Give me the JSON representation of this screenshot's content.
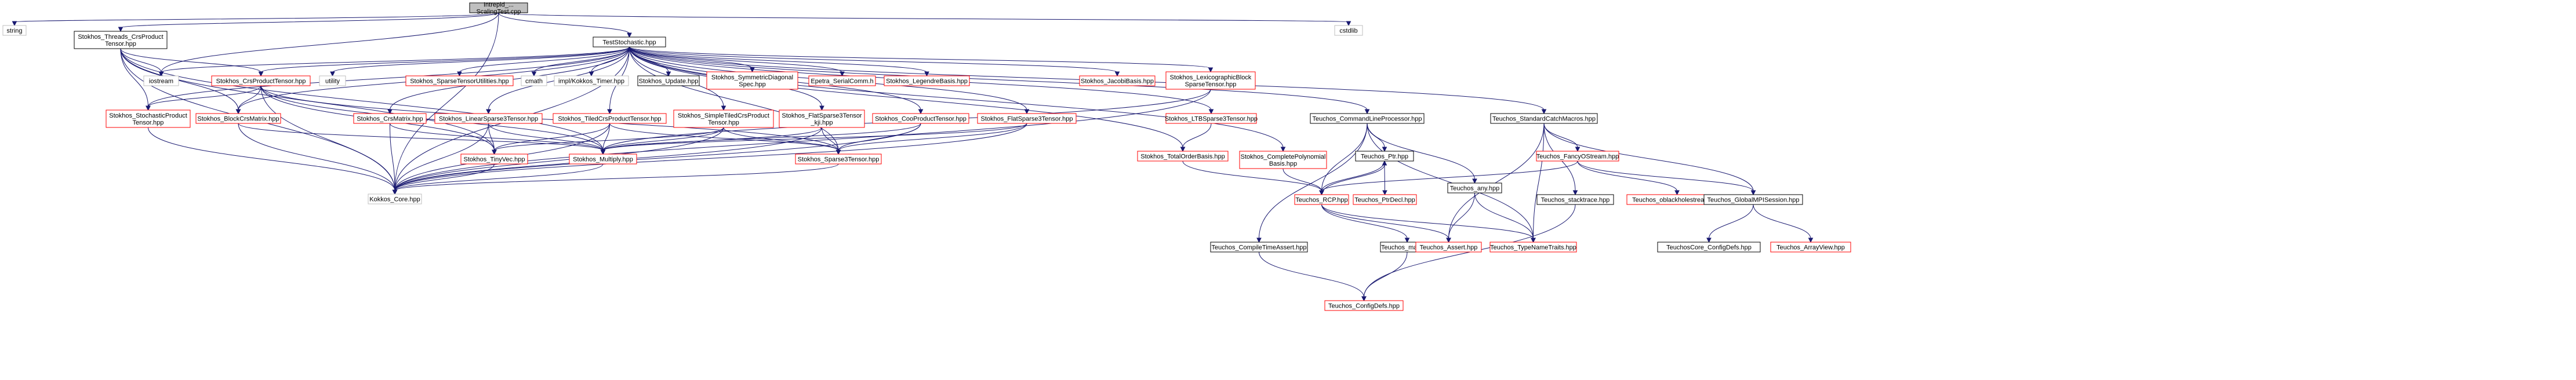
{
  "colors": {
    "edge": "#191970",
    "root_fill": "#bfbfbf",
    "root_border": "#000000",
    "documented_border": "#000000",
    "undocumented_border": "#ff0000",
    "external_border": "#bfbfbf",
    "node_fill": "#ffffff"
  },
  "nodes": [
    {
      "id": "root",
      "lines": [
        "Intrepid_...",
        "ScalingTest.cpp"
      ],
      "kind": "root"
    },
    {
      "id": "string",
      "lines": [
        "string"
      ],
      "kind": "external"
    },
    {
      "id": "threads",
      "lines": [
        "Stokhos_Threads_CrsProduct",
        "Tensor.hpp"
      ],
      "kind": "documented"
    },
    {
      "id": "test_stoch",
      "lines": [
        "TestStochastic.hpp"
      ],
      "kind": "documented"
    },
    {
      "id": "cstdlib",
      "lines": [
        "cstdlib"
      ],
      "kind": "external"
    },
    {
      "id": "iostream",
      "lines": [
        "iostream"
      ],
      "kind": "external"
    },
    {
      "id": "crs_prod",
      "lines": [
        "Stokhos_CrsProductTensor.hpp"
      ],
      "kind": "undocumented"
    },
    {
      "id": "utility",
      "lines": [
        "utility"
      ],
      "kind": "external"
    },
    {
      "id": "sparse_util",
      "lines": [
        "Stokhos_SparseTensorUtilities.hpp"
      ],
      "kind": "undocumented"
    },
    {
      "id": "cmath",
      "lines": [
        "cmath"
      ],
      "kind": "external"
    },
    {
      "id": "kokkos_timer",
      "lines": [
        "impl/Kokkos_Timer.hpp"
      ],
      "kind": "external"
    },
    {
      "id": "update",
      "lines": [
        "Stokhos_Update.hpp"
      ],
      "kind": "documented"
    },
    {
      "id": "sym_diag",
      "lines": [
        "Stokhos_SymmetricDiagonal",
        "Spec.hpp"
      ],
      "kind": "undocumented"
    },
    {
      "id": "epetra",
      "lines": [
        "Epetra_SerialComm.h"
      ],
      "kind": "undocumented"
    },
    {
      "id": "legendre",
      "lines": [
        "Stokhos_LegendreBasis.hpp"
      ],
      "kind": "undocumented"
    },
    {
      "id": "jacobi",
      "lines": [
        "Stokhos_JacobiBasis.hpp"
      ],
      "kind": "undocumented"
    },
    {
      "id": "lexico",
      "lines": [
        "Stokhos_LexicographicBlock",
        "SparseTensor.hpp"
      ],
      "kind": "undocumented"
    },
    {
      "id": "stoch_prod",
      "lines": [
        "Stokhos_StochasticProduct",
        "Tensor.hpp"
      ],
      "kind": "undocumented"
    },
    {
      "id": "block_crs",
      "lines": [
        "Stokhos_BlockCrsMatrix.hpp"
      ],
      "kind": "undocumented"
    },
    {
      "id": "crs_matrix",
      "lines": [
        "Stokhos_CrsMatrix.hpp"
      ],
      "kind": "undocumented"
    },
    {
      "id": "linear_sparse",
      "lines": [
        "Stokhos_LinearSparse3Tensor.hpp"
      ],
      "kind": "undocumented"
    },
    {
      "id": "tiled_crs",
      "lines": [
        "Stokhos_TiledCrsProductTensor.hpp"
      ],
      "kind": "undocumented"
    },
    {
      "id": "simple_tiled",
      "lines": [
        "Stokhos_SimpleTiledCrsProduct",
        "Tensor.hpp"
      ],
      "kind": "undocumented"
    },
    {
      "id": "flat_kji",
      "lines": [
        "Stokhos_FlatSparse3Tensor",
        "_kji.hpp"
      ],
      "kind": "undocumented"
    },
    {
      "id": "coo_prod",
      "lines": [
        "Stokhos_CooProductTensor.hpp"
      ],
      "kind": "undocumented"
    },
    {
      "id": "flat_sparse",
      "lines": [
        "Stokhos_FlatSparse3Tensor.hpp"
      ],
      "kind": "undocumented"
    },
    {
      "id": "ltb",
      "lines": [
        "Stokhos_LTBSparse3Tensor.hpp"
      ],
      "kind": "undocumented"
    },
    {
      "id": "cmd_line",
      "lines": [
        "Teuchos_CommandLineProcessor.hpp"
      ],
      "kind": "documented"
    },
    {
      "id": "std_catch",
      "lines": [
        "Teuchos_StandardCatchMacros.hpp"
      ],
      "kind": "documented"
    },
    {
      "id": "complete_poly",
      "lines": [
        "Stokhos_CompletePolynomial",
        "Basis.hpp"
      ],
      "kind": "undocumented"
    },
    {
      "id": "total_order",
      "lines": [
        "Stokhos_TotalOrderBasis.hpp"
      ],
      "kind": "undocumented"
    },
    {
      "id": "ptr",
      "lines": [
        "Teuchos_Ptr.hpp"
      ],
      "kind": "documented"
    },
    {
      "id": "fancy_os",
      "lines": [
        "Teuchos_FancyOStream.hpp"
      ],
      "kind": "undocumented"
    },
    {
      "id": "tinyvec",
      "lines": [
        "Stokhos_TinyVec.hpp"
      ],
      "kind": "undocumented"
    },
    {
      "id": "multiply",
      "lines": [
        "Stokhos_Multiply.hpp"
      ],
      "kind": "undocumented"
    },
    {
      "id": "sparse3",
      "lines": [
        "Stokhos_Sparse3Tensor.hpp"
      ],
      "kind": "undocumented"
    },
    {
      "id": "rcp",
      "lines": [
        "Teuchos_RCP.hpp"
      ],
      "kind": "undocumented"
    },
    {
      "id": "ptr_decl",
      "lines": [
        "Teuchos_PtrDecl.hpp"
      ],
      "kind": "undocumented"
    },
    {
      "id": "any",
      "lines": [
        "Teuchos_any.hpp"
      ],
      "kind": "documented"
    },
    {
      "id": "stacktrace",
      "lines": [
        "Teuchos_stacktrace.hpp"
      ],
      "kind": "documented"
    },
    {
      "id": "oblackhole",
      "lines": [
        "Teuchos_oblackholestream.hpp"
      ],
      "kind": "undocumented"
    },
    {
      "id": "global_mpi",
      "lines": [
        "Teuchos_GlobalMPISession.hpp"
      ],
      "kind": "documented"
    },
    {
      "id": "kokkos_core",
      "lines": [
        "Kokkos_Core.hpp"
      ],
      "kind": "external"
    },
    {
      "id": "compile_assert",
      "lines": [
        "Teuchos_CompileTimeAssert.hpp"
      ],
      "kind": "documented"
    },
    {
      "id": "map",
      "lines": [
        "Teuchos_map.hpp"
      ],
      "kind": "documented"
    },
    {
      "id": "assert",
      "lines": [
        "Teuchos_Assert.hpp"
      ],
      "kind": "undocumented"
    },
    {
      "id": "type_name",
      "lines": [
        "Teuchos_TypeNameTraits.hpp"
      ],
      "kind": "undocumented"
    },
    {
      "id": "config_defs",
      "lines": [
        "TeuchosCore_ConfigDefs.hpp"
      ],
      "kind": "documented"
    },
    {
      "id": "array_view",
      "lines": [
        "Teuchos_ArrayView.hpp"
      ],
      "kind": "undocumented"
    },
    {
      "id": "config_defs2",
      "lines": [
        "Teuchos_ConfigDefs.hpp"
      ],
      "kind": "undocumented"
    }
  ],
  "edges": [
    [
      "root",
      "string"
    ],
    [
      "root",
      "threads"
    ],
    [
      "root",
      "test_stoch"
    ],
    [
      "root",
      "cstdlib"
    ],
    [
      "root",
      "iostream"
    ],
    [
      "root",
      "kokkos_core"
    ],
    [
      "threads",
      "crs_prod"
    ],
    [
      "threads",
      "stoch_prod"
    ],
    [
      "threads",
      "block_crs"
    ],
    [
      "threads",
      "tinyvec"
    ],
    [
      "threads",
      "multiply"
    ],
    [
      "threads",
      "kokkos_core"
    ],
    [
      "threads",
      "iostream"
    ],
    [
      "test_stoch",
      "iostream"
    ],
    [
      "test_stoch",
      "utility"
    ],
    [
      "test_stoch",
      "sparse_util"
    ],
    [
      "test_stoch",
      "cmath"
    ],
    [
      "test_stoch",
      "kokkos_timer"
    ],
    [
      "test_stoch",
      "update"
    ],
    [
      "test_stoch",
      "sym_diag"
    ],
    [
      "test_stoch",
      "epetra"
    ],
    [
      "test_stoch",
      "legendre"
    ],
    [
      "test_stoch",
      "jacobi"
    ],
    [
      "test_stoch",
      "lexico"
    ],
    [
      "test_stoch",
      "crs_prod"
    ],
    [
      "test_stoch",
      "stoch_prod"
    ],
    [
      "test_stoch",
      "block_crs"
    ],
    [
      "test_stoch",
      "crs_matrix"
    ],
    [
      "test_stoch",
      "linear_sparse"
    ],
    [
      "test_stoch",
      "tiled_crs"
    ],
    [
      "test_stoch",
      "simple_tiled"
    ],
    [
      "test_stoch",
      "flat_kji"
    ],
    [
      "test_stoch",
      "coo_prod"
    ],
    [
      "test_stoch",
      "flat_sparse"
    ],
    [
      "test_stoch",
      "ltb"
    ],
    [
      "test_stoch",
      "cmd_line"
    ],
    [
      "test_stoch",
      "std_catch"
    ],
    [
      "test_stoch",
      "complete_poly"
    ],
    [
      "test_stoch",
      "total_order"
    ],
    [
      "test_stoch",
      "sparse3"
    ],
    [
      "test_stoch",
      "kokkos_core"
    ],
    [
      "crs_prod",
      "stoch_prod"
    ],
    [
      "crs_prod",
      "block_crs"
    ],
    [
      "crs_prod",
      "tinyvec"
    ],
    [
      "crs_prod",
      "multiply"
    ],
    [
      "crs_prod",
      "sparse3"
    ],
    [
      "crs_prod",
      "kokkos_core"
    ],
    [
      "stoch_prod",
      "kokkos_core"
    ],
    [
      "block_crs",
      "multiply"
    ],
    [
      "block_crs",
      "kokkos_core"
    ],
    [
      "crs_matrix",
      "multiply"
    ],
    [
      "crs_matrix",
      "kokkos_core"
    ],
    [
      "linear_sparse",
      "tinyvec"
    ],
    [
      "linear_sparse",
      "multiply"
    ],
    [
      "linear_sparse",
      "kokkos_core"
    ],
    [
      "tiled_crs",
      "tinyvec"
    ],
    [
      "tiled_crs",
      "multiply"
    ],
    [
      "tiled_crs",
      "sparse3"
    ],
    [
      "tiled_crs",
      "kokkos_core"
    ],
    [
      "simple_tiled",
      "tinyvec"
    ],
    [
      "simple_tiled",
      "multiply"
    ],
    [
      "simple_tiled",
      "sparse3"
    ],
    [
      "simple_tiled",
      "kokkos_core"
    ],
    [
      "flat_kji",
      "multiply"
    ],
    [
      "flat_kji",
      "sparse3"
    ],
    [
      "flat_kji",
      "kokkos_core"
    ],
    [
      "coo_prod",
      "multiply"
    ],
    [
      "coo_prod",
      "sparse3"
    ],
    [
      "coo_prod",
      "kokkos_core"
    ],
    [
      "flat_sparse",
      "multiply"
    ],
    [
      "flat_sparse",
      "sparse3"
    ],
    [
      "flat_sparse",
      "kokkos_core"
    ],
    [
      "lexico",
      "multiply"
    ],
    [
      "lexico",
      "kokkos_core"
    ],
    [
      "multiply",
      "kokkos_core"
    ],
    [
      "tinyvec",
      "kokkos_core"
    ],
    [
      "sparse3",
      "kokkos_core"
    ],
    [
      "ltb",
      "total_order"
    ],
    [
      "total_order",
      "rcp"
    ],
    [
      "complete_poly",
      "rcp"
    ],
    [
      "cmd_line",
      "ptr"
    ],
    [
      "cmd_line",
      "any"
    ],
    [
      "cmd_line",
      "compile_assert"
    ],
    [
      "cmd_line",
      "rcp"
    ],
    [
      "cmd_line",
      "type_name"
    ],
    [
      "std_catch",
      "fancy_os"
    ],
    [
      "std_catch",
      "stacktrace"
    ],
    [
      "std_catch",
      "global_mpi"
    ],
    [
      "std_catch",
      "assert"
    ],
    [
      "std_catch",
      "type_name"
    ],
    [
      "ptr",
      "rcp"
    ],
    [
      "ptr",
      "ptr_decl"
    ],
    [
      "rcp",
      "ptr"
    ],
    [
      "rcp",
      "map"
    ],
    [
      "rcp",
      "assert"
    ],
    [
      "rcp",
      "type_name"
    ],
    [
      "fancy_os",
      "rcp"
    ],
    [
      "fancy_os",
      "oblackhole"
    ],
    [
      "fancy_os",
      "global_mpi"
    ],
    [
      "any",
      "assert"
    ],
    [
      "any",
      "type_name"
    ],
    [
      "map",
      "config_defs2"
    ],
    [
      "compile_assert",
      "config_defs2"
    ],
    [
      "stacktrace",
      "config_defs2"
    ],
    [
      "global_mpi",
      "config_defs"
    ],
    [
      "global_mpi",
      "array_view"
    ]
  ]
}
